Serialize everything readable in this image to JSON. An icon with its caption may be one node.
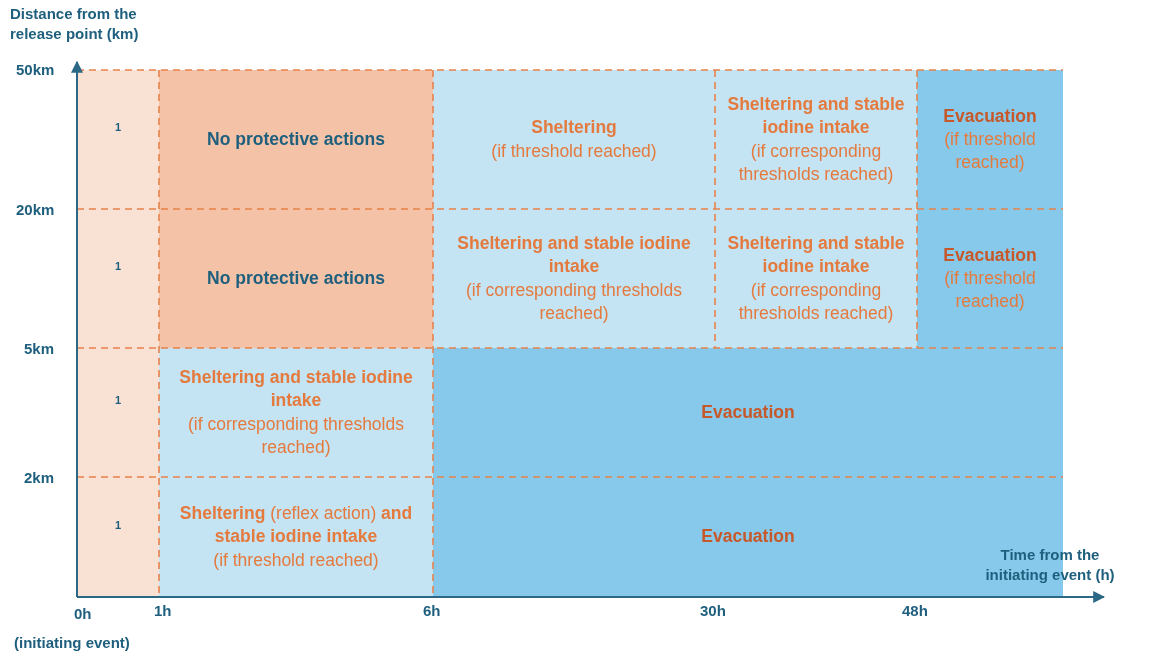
{
  "diagram": {
    "nodes": [
      {
        "text": [
          "1"
        ]
      },
      {
        "text": [
          "No protective actions"
        ]
      },
      {
        "text": [
          "Sheltering",
          "(if threshold reached)"
        ]
      },
      {
        "text": [
          "Sheltering and stable iodine intake",
          "(if corresponding thresholds reached)"
        ]
      },
      {
        "text": [
          "Evacuation",
          "(if threshold reached)"
        ]
      },
      {
        "text": [
          "1"
        ]
      },
      {
        "text": [
          "No protective actions"
        ]
      },
      {
        "text": [
          "Sheltering and stable iodine intake",
          "(if corresponding thresholds reached)"
        ]
      },
      {
        "text": [
          "Sheltering and stable iodine intake",
          "(if corresponding thresholds reached)"
        ]
      },
      {
        "text": [
          "Evacuation",
          "(if threshold reached)"
        ]
      },
      {
        "text": [
          "1"
        ]
      },
      {
        "text": [
          "Sheltering and stable iodine intake",
          "(if corresponding thresholds reached)"
        ]
      },
      {
        "text": [
          "Evacuation"
        ]
      },
      {
        "text": [
          "1"
        ]
      },
      {
        "text": [
          "**Sheltering** (reflex action) **and stable iodine intake**",
          "(if threshold reached)"
        ]
      },
      {
        "text": [
          "Evacuation"
        ]
      }
    ],
    "labels": [
      "Distance from the release point (km)",
      "50km",
      "20km",
      "5km",
      "2km",
      "Time from the initiating event (h)",
      "0h",
      "1h",
      "6h",
      "30h",
      "48h",
      "(initiating event)"
    ]
  }
}
